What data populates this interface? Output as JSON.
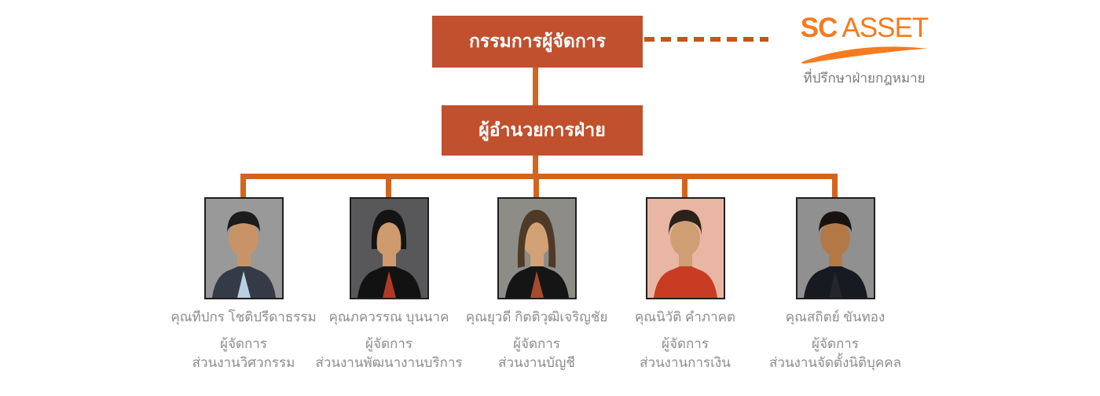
{
  "colors": {
    "box": "#c0502e",
    "connector": "#d2651f",
    "dash": "#c2561f",
    "logo_orange": "#f47b20",
    "text_gray": "#8c8c8c",
    "caption_gray": "#7b7b7b"
  },
  "org_chart": {
    "managing_director": {
      "label": "กรรมการผู้จัดการ"
    },
    "department_director": {
      "label": "ผู้อำนวยการฝ่าย"
    },
    "legal_advisor": {
      "logo_sc": "SC",
      "logo_asset": "ASSET",
      "caption": "ที่ปรึกษาฝ่ายกฎหมาย"
    },
    "people": [
      {
        "name": "คุณทีปกร โชติปรีดาธรรม",
        "title": "ผู้จัดการ",
        "department": "ส่วนงานวิศวกรรม",
        "photo": {
          "background": "#999999",
          "hair": "#1c1c1c",
          "skin": "#c89467",
          "jacket": "#343b46",
          "shirt": "#b9cfe3"
        }
      },
      {
        "name": "คุณภควรรณ บุนนาค",
        "title": "ผู้จัดการ",
        "department": "ส่วนงานพัฒนางานบริการ",
        "photo": {
          "background": "#58585a",
          "hair": "#141414",
          "skin": "#cf9a6d",
          "jacket": "#121212",
          "shirt": "#b03a24"
        }
      },
      {
        "name": "คุณยุวดี กิตติวุฒิเจริญชัย",
        "title": "ผู้จัดการ",
        "department": "ส่วนงานบัญชี",
        "photo": {
          "background": "#8e8c86",
          "hair": "#4f3a28",
          "skin": "#d2a276",
          "jacket": "#151515",
          "shirt": "#a64a30"
        }
      },
      {
        "name": "คุณนิวัติ คำภาคต",
        "title": "ผู้จัดการ",
        "department": "ส่วนงานการเงิน",
        "photo": {
          "background": "#e9b6a4",
          "hair": "#2a211a",
          "skin": "#cf9e73",
          "jacket": "#c83c23",
          "shirt": "#c83c23"
        }
      },
      {
        "name": "คุณสถิตย์ ขันทอง",
        "title": "ผู้จัดการ",
        "department": "ส่วนงานจัดตั้งนิติบุคคล",
        "photo": {
          "background": "#909090",
          "hair": "#181310",
          "skin": "#b27947",
          "jacket": "#171a20",
          "shirt": "#23262c"
        }
      }
    ]
  }
}
